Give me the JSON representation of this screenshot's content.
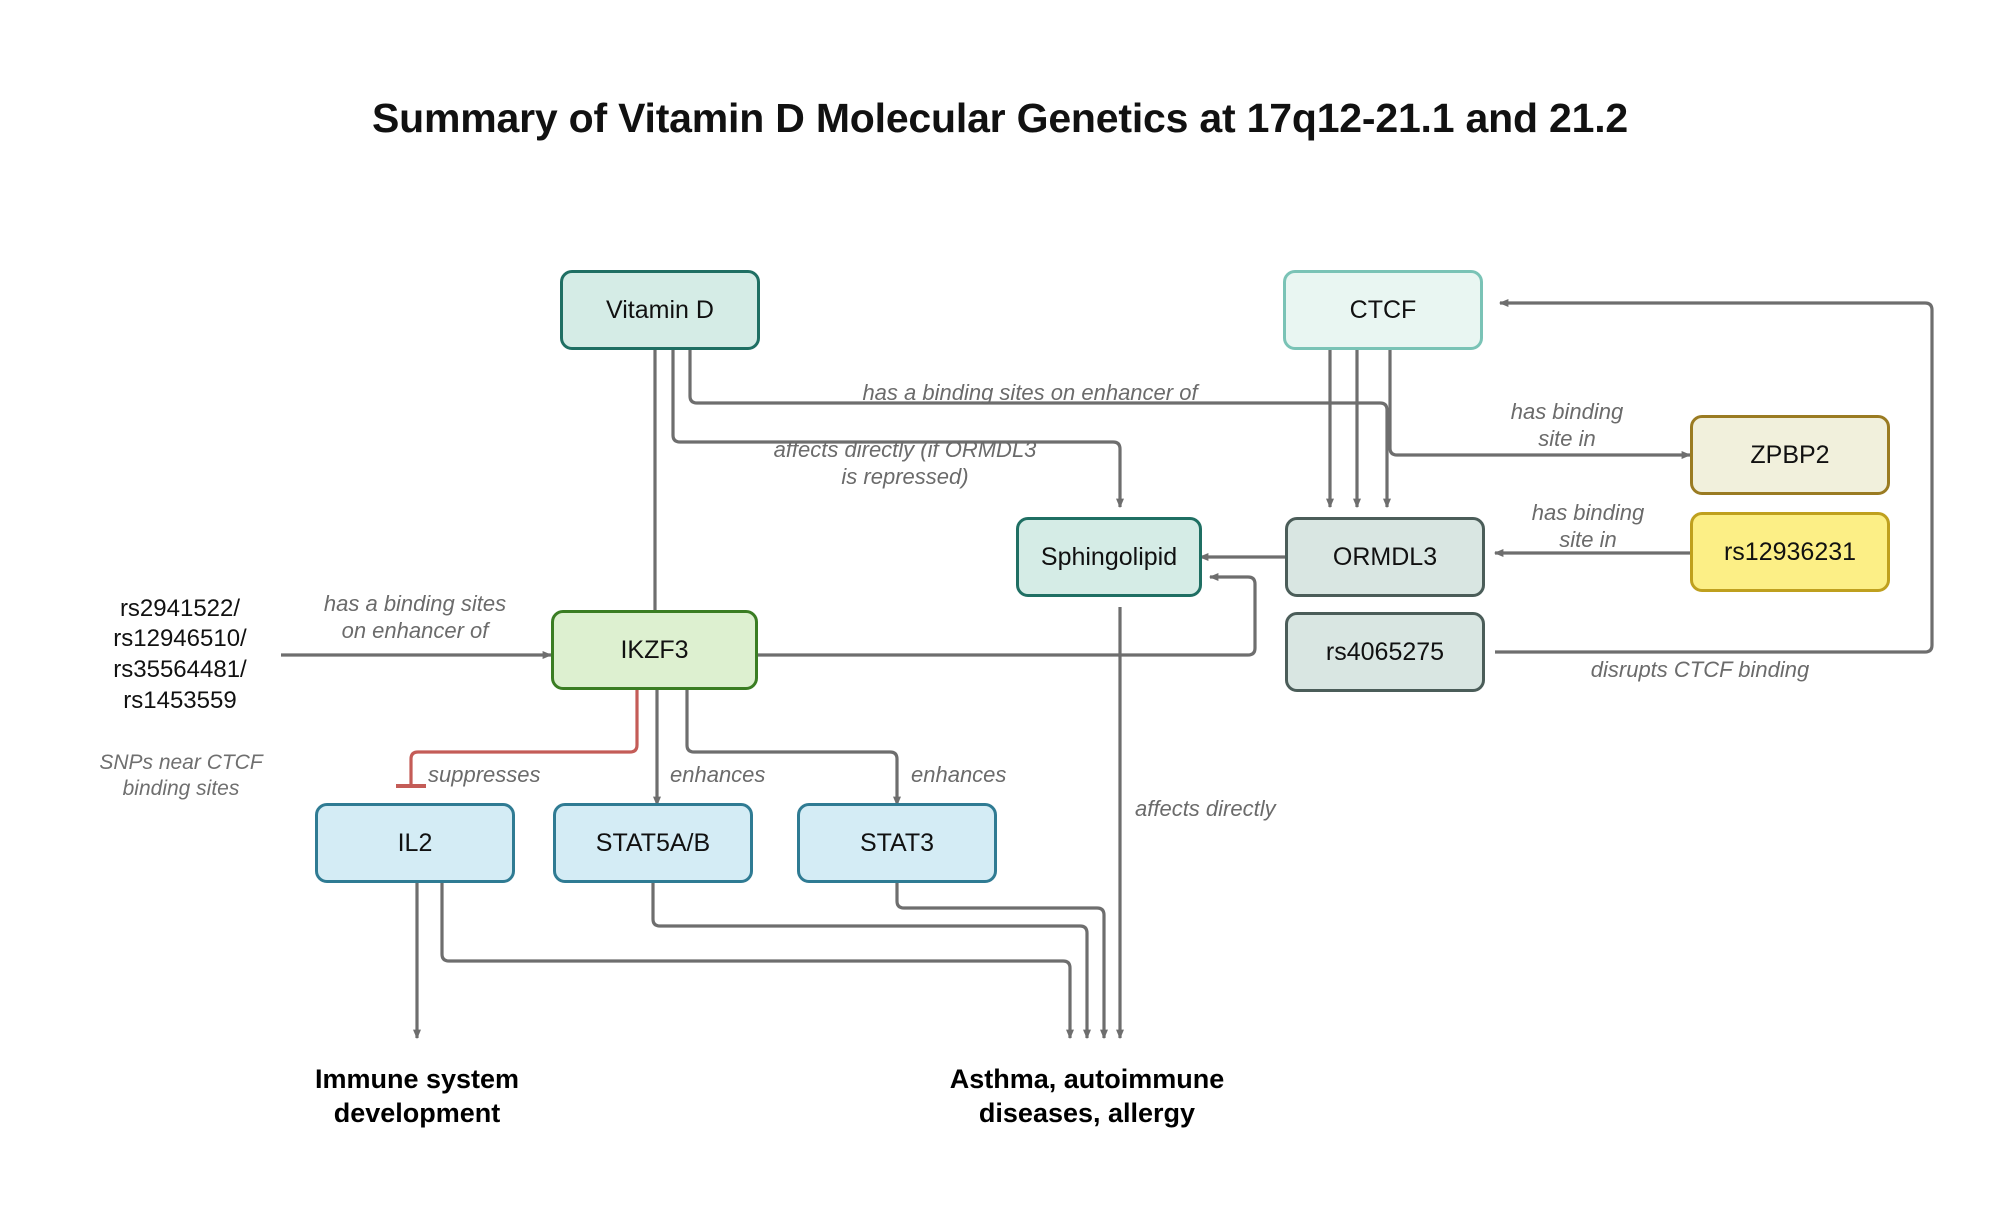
{
  "title": "Summary of Vitamin D Molecular Genetics at 17q12-21.1 and 21.2",
  "colors": {
    "teal_border": "#1f6f63",
    "teal_fill": "#d5ece6",
    "mint_border": "#7ac3b6",
    "mint_fill": "#e9f6f2",
    "gray_border": "#4b5d59",
    "gray_fill": "#d9e6e2",
    "green_border": "#3a7d23",
    "green_fill": "#ddf0d0",
    "blue_border": "#2f7b93",
    "blue_fill": "#d4ecf5",
    "cream_border": "#9a7b22",
    "cream_fill": "#f1f0dc",
    "yellow_border": "#bfa01e",
    "yellow_fill": "#fcef86",
    "edge": "#6e6e6e",
    "inhibit_edge": "#c45c57",
    "label_text": "#6b6b6b"
  },
  "nodes": [
    {
      "id": "vitamin_d",
      "label": "Vitamin D",
      "style": "teal"
    },
    {
      "id": "ctcf",
      "label": "CTCF",
      "style": "mint"
    },
    {
      "id": "zpbp2",
      "label": "ZPBP2",
      "style": "cream"
    },
    {
      "id": "rs12936231",
      "label": "rs12936231",
      "style": "yellow"
    },
    {
      "id": "sphingolipid",
      "label": "Sphingolipid",
      "style": "teal"
    },
    {
      "id": "ormdl3",
      "label": "ORMDL3",
      "style": "gray"
    },
    {
      "id": "rs4065275",
      "label": "rs4065275",
      "style": "gray"
    },
    {
      "id": "snps",
      "label": "rs2941522/\nrs12946510/\nrs35564481/\nrs1453559",
      "style": "mint"
    },
    {
      "id": "ikzf3",
      "label": "IKZF3",
      "style": "green"
    },
    {
      "id": "il2",
      "label": "IL2",
      "style": "blue"
    },
    {
      "id": "stat5ab",
      "label": "STAT5A/B",
      "style": "blue"
    },
    {
      "id": "stat3",
      "label": "STAT3",
      "style": "blue"
    }
  ],
  "edge_labels": {
    "vitd_ormdl3": "has a binding sites on enhancer of",
    "vitd_sphingolipid": "affects directly (if ORMDL3\nis repressed)",
    "snps_ikzf3": "has a binding sites\non enhancer of",
    "ctcf_zpbp2": "has binding\nsite in",
    "rs12936231_ormdl3": "has binding\nsite in",
    "rs4065275_ctcf": "disrupts CTCF binding",
    "ikzf3_il2": "suppresses",
    "ikzf3_stat5ab": "enhances",
    "ikzf3_stat3": "enhances",
    "sphingolipid_asthma": "affects directly"
  },
  "captions": {
    "snps_caption": "SNPs near CTCF\nbinding sites"
  },
  "terminals": [
    {
      "id": "immune",
      "label": "Immune system\ndevelopment"
    },
    {
      "id": "asthma",
      "label": "Asthma, autoimmune\ndiseases, allergy"
    }
  ]
}
